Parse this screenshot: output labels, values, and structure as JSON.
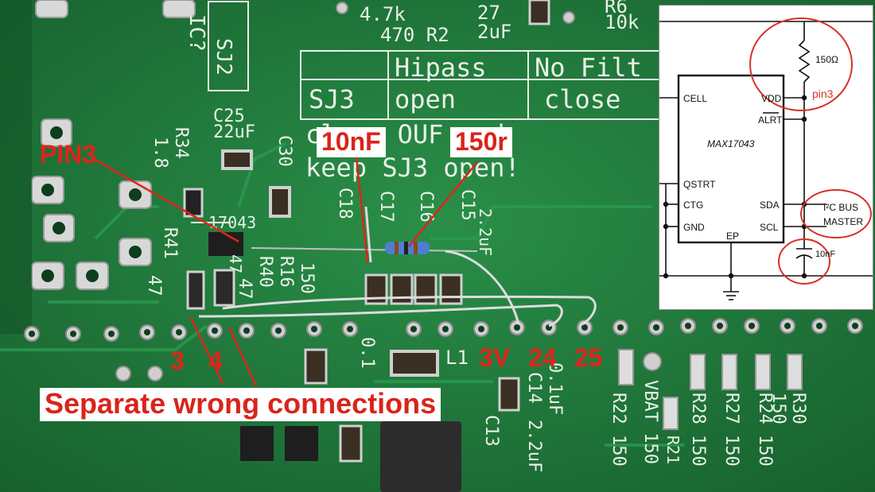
{
  "silkscreen": {
    "ic_ref": "IC?",
    "sj2": "SJ2",
    "r2_values": "4.7k",
    "r2_line": "470 R2",
    "c27": "27",
    "c2uf": "2uF",
    "r6": "R6",
    "r6_value": "10k",
    "sj3": "SJ3",
    "hipass": "Hipass",
    "open": "open",
    "nofilt": "No Filt",
    "close": "close",
    "note_line1": "close OUF and",
    "note_line2": "keep SJ3 open!",
    "c25": "C25",
    "c25_value": "22uF",
    "r34": "R34",
    "r34_value": "1.8",
    "c30": "C30",
    "chip_17043": "17043",
    "r41": "R41",
    "r41_value": "47",
    "r16": "R16",
    "r40": "R40",
    "r40_value": "47",
    "val_150": "150",
    "c18": "C18",
    "c17": "C17",
    "c16": "C16",
    "c15": "C15",
    "val_22uf": "2.2uF",
    "l1": "L1",
    "c14": "C14",
    "c14_value": "0.1uF",
    "c13": "C13",
    "c13_value": "2.2uF",
    "r22": "R22 150",
    "vbat": "VBAT 150",
    "r21": "R21",
    "r28": "R28 150",
    "r27": "R27 150",
    "r24": "R24 150",
    "r30": "R30 150",
    "val_01": "0.1",
    "val_47": "47"
  },
  "annotations": {
    "pin3": "PIN3",
    "cap_10nf": "10nF",
    "res_150r": "150r",
    "pin_3": "3",
    "pin_4": "4",
    "pin_3v": "3V",
    "pin_24": "24",
    "pin_25": "25",
    "separate": "Separate wrong connections"
  },
  "schematic": {
    "resistor": "150Ω",
    "pin3": "pin3",
    "chip": "MAX17043",
    "cell": "CELL",
    "vdd": "VDD",
    "alrt": "ALRT",
    "qstrt": "QSTRT",
    "ctg": "CTG",
    "gnd": "GND",
    "sda": "SDA",
    "scl": "SCL",
    "ep": "EP",
    "i2c_bus": "I²C BUS",
    "master": "MASTER",
    "cap": "10nF"
  },
  "colors": {
    "board": "#1f7a3c",
    "silkscreen": "#e9f0e6",
    "annotation_red": "#e0241b",
    "pad": "#c9c9c9"
  }
}
